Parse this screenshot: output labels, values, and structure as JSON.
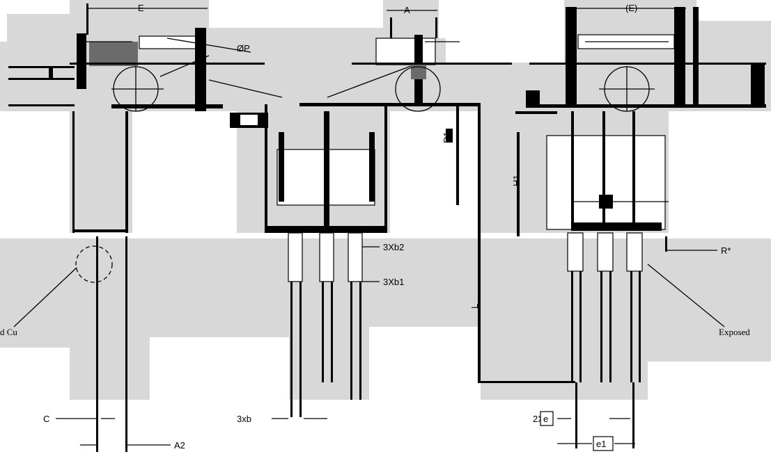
{
  "dimension_labels": {
    "E": "E",
    "A": "A",
    "E_paren": "(E)",
    "phi_P": "ØP",
    "c3x_b": "3xb",
    "c3x_b2": "3Xb2",
    "c3x_b1": "3Xb1",
    "R": "R*",
    "C": "C",
    "A2": "A2",
    "L": "L",
    "H1": "H1",
    "D1": "D1",
    "twoX": "2X",
    "e": "e",
    "e1": "e1"
  },
  "callouts": {
    "left": "d Cu",
    "right": "Exposed"
  }
}
